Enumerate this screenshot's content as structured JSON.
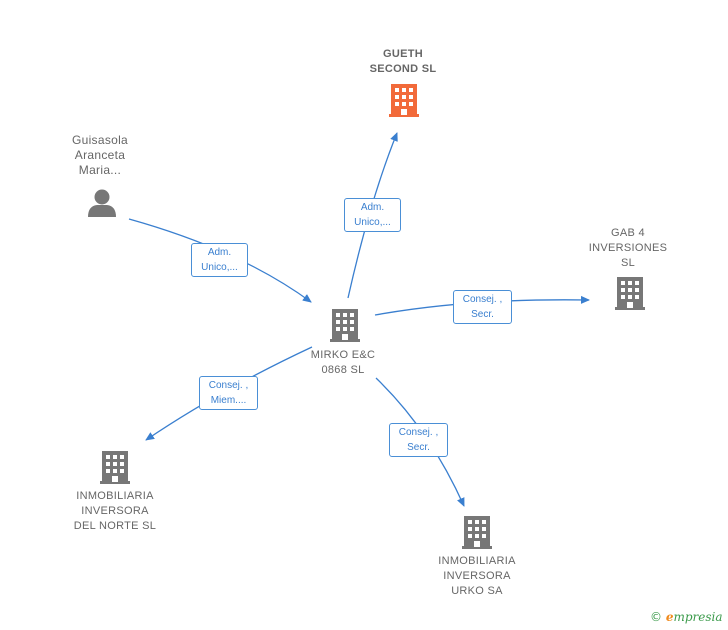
{
  "nodes": {
    "gueth": {
      "label": "GUETH\nSECOND  SL",
      "color": "#f26a3a"
    },
    "guisasola": {
      "label": "Guisasola\nAranceta\nMaria..."
    },
    "mirko": {
      "label": "MIRKO E&C\n0868  SL"
    },
    "gab4": {
      "label": "GAB 4\nINVERSIONES\nSL"
    },
    "norte": {
      "label": "INMOBILIARIA\nINVERSORA\nDEL NORTE SL"
    },
    "urko": {
      "label": "INMOBILIARIA\nINVERSORA\nURKO SA"
    }
  },
  "edges": {
    "to_gueth": "Adm.\nUnico,...",
    "from_guisasola": "Adm.\nUnico,...",
    "to_gab4": "Consej. ,\nSecr.",
    "to_norte": "Consej. ,\nMiem....",
    "to_urko": "Consej. ,\nSecr."
  },
  "colors": {
    "edge": "#3a7fcf",
    "building": "#777777",
    "person": "#777777"
  },
  "footer": {
    "copyright": "©",
    "brand_initial": "e",
    "brand_rest": "mpresia"
  }
}
